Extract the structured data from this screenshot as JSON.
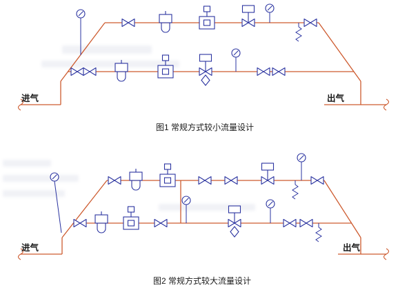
{
  "document": {
    "background": "#ffffff"
  },
  "colors": {
    "pipe": "#cd5a2e",
    "symbol": "#2a33a0",
    "ink": "#1a1a1a",
    "bleed": "#8a93b8"
  },
  "figure1": {
    "caption": "图1 常规方式较小流量设计",
    "inlet_label": "进气",
    "outlet_label": "出气",
    "components": {
      "left_leg": [
        "pressure-gauge"
      ],
      "top_branch": [
        "gate-valve",
        "filter-separator",
        "flow-meter-transmitter",
        "control-valve-with-actuator",
        "pressure-gauge",
        "flex-connector",
        "gate-valve"
      ],
      "middle_branch": [
        "gate-valve",
        "gate-valve",
        "filter-separator",
        "flow-meter-transmitter",
        "control-valve-with-actuator",
        "pressure-gauge",
        "gate-valve",
        "gate-valve"
      ]
    }
  },
  "figure2": {
    "caption": "图2 常规方式较大流量设计",
    "inlet_label": "进气",
    "outlet_label": "出气",
    "components": {
      "left_leg": [
        "pressure-gauge"
      ],
      "top_branch": [
        "gate-valve",
        "filter-separator",
        "flow-meter-transmitter",
        "gate-valve",
        "gate-valve",
        "control-valve-with-actuator",
        "pressure-gauge",
        "flex-connector",
        "gate-valve"
      ],
      "bottom_branch": [
        "gate-valve",
        "filter-separator",
        "flow-meter-transmitter",
        "gate-valve",
        "pressure-gauge",
        "control-valve-with-actuator",
        "pressure-gauge",
        "gate-valve",
        "gate-valve",
        "flex-connector"
      ]
    }
  }
}
